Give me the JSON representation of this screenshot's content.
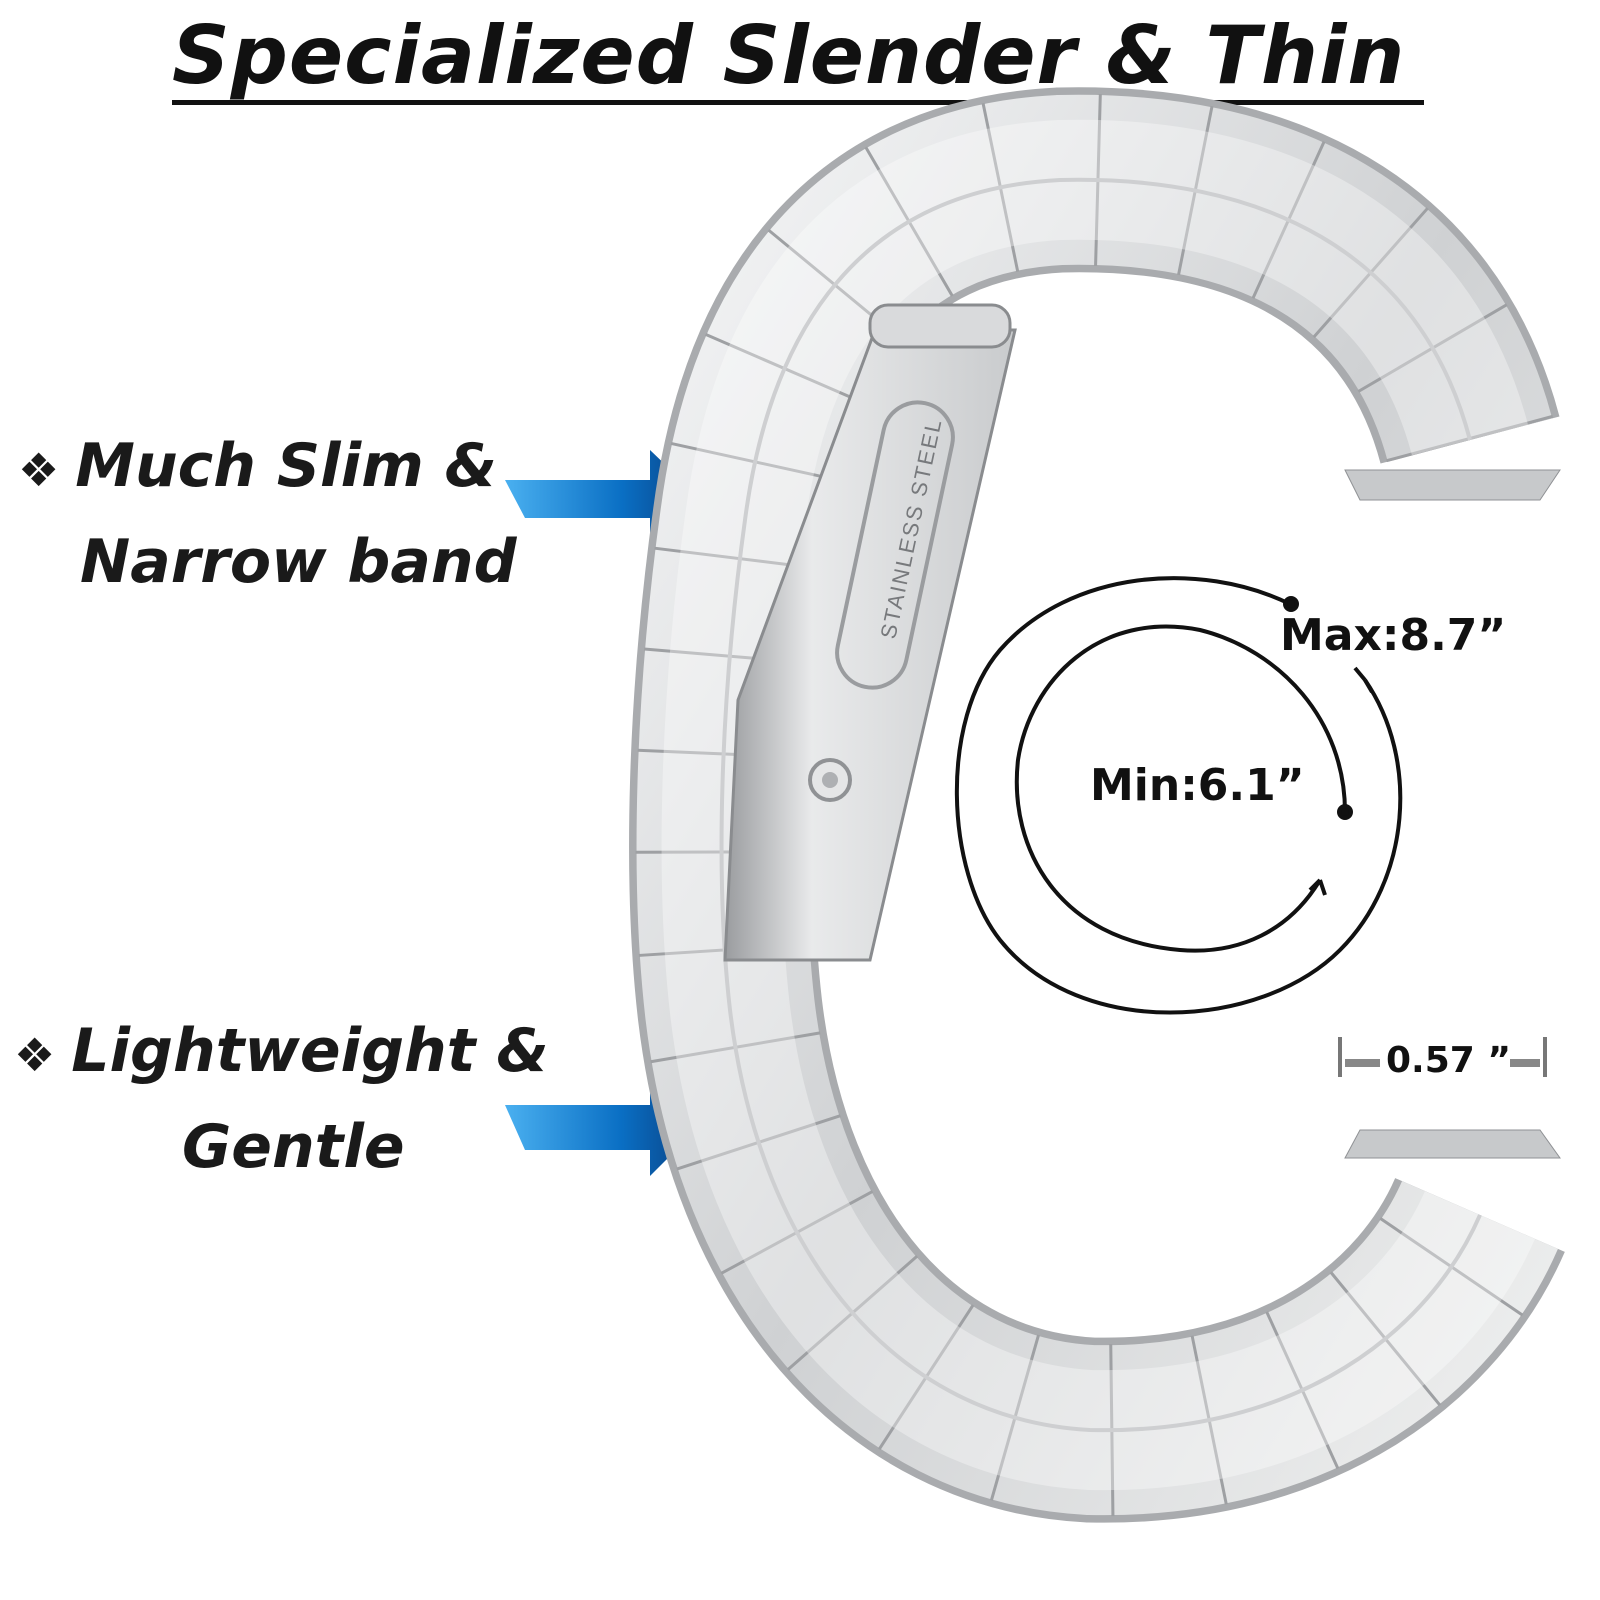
{
  "title": "Specialized Slender & Thin",
  "features": [
    {
      "bullet": "❖",
      "line1": "Much Slim &",
      "line2": "Narrow band"
    },
    {
      "bullet": "❖",
      "line1": "Lightweight &",
      "line2": "Gentle"
    }
  ],
  "clasp_stamp": "STAINLESS STEEL",
  "sizes": {
    "min": "Min:6.1”",
    "max": "Max:8.7”",
    "width": "0.57 ”"
  },
  "colors": {
    "arrow": "#0a6fc4",
    "band": "#d9dadc",
    "text": "#111111"
  }
}
